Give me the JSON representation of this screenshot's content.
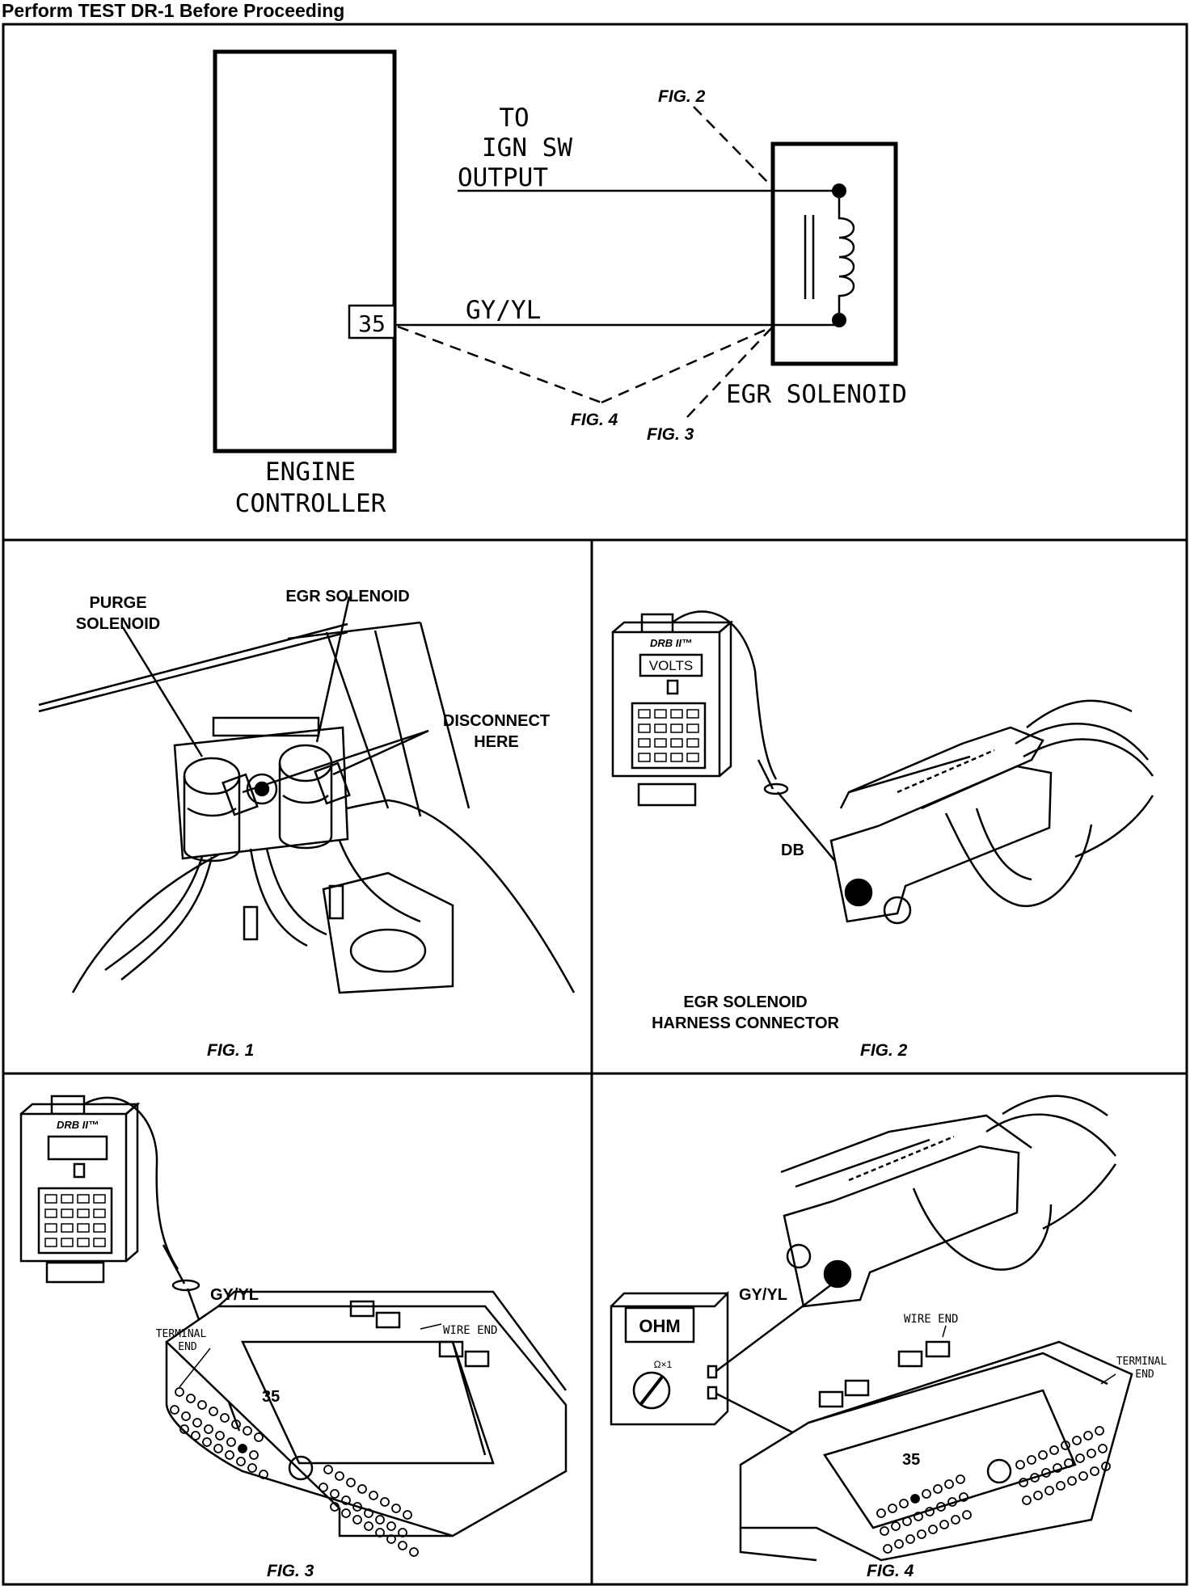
{
  "page_title": "Perform TEST DR-1 Before Proceeding",
  "schematic": {
    "controller_label_line1": "ENGINE",
    "controller_label_line2": "CONTROLLER",
    "pin_number": "35",
    "ign_line1": "TO",
    "ign_line2": "IGN SW",
    "ign_line3": "OUTPUT",
    "wire_color": "GY/YL",
    "solenoid_label": "EGR SOLENOID",
    "callout_fig2": "FIG. 2",
    "callout_fig3": "FIG. 3",
    "callout_fig4": "FIG. 4"
  },
  "fig1": {
    "caption": "FIG. 1",
    "purge_line1": "PURGE",
    "purge_line2": "SOLENOID",
    "egr_label": "EGR SOLENOID",
    "disconnect_line1": "DISCONNECT",
    "disconnect_line2": "HERE"
  },
  "fig2": {
    "caption": "FIG. 2",
    "tester_brand": "DRB II™",
    "tester_display": "VOLTS",
    "probe_label": "DB",
    "connector_line1": "EGR SOLENOID",
    "connector_line2": "HARNESS CONNECTOR"
  },
  "fig3": {
    "caption": "FIG. 3",
    "tester_brand": "DRB II™",
    "wire_label": "GY/YL",
    "terminal_line1": "TERMINAL",
    "terminal_line2": "END",
    "wire_end": "WIRE END",
    "pin_label": "35"
  },
  "fig4": {
    "caption": "FIG. 4",
    "meter_display": "OHM",
    "meter_range": "Ω×1",
    "wire_label": "GY/YL",
    "wire_end": "WIRE END",
    "terminal_line1": "TERMINAL",
    "terminal_line2": "END",
    "pin_label": "35"
  }
}
